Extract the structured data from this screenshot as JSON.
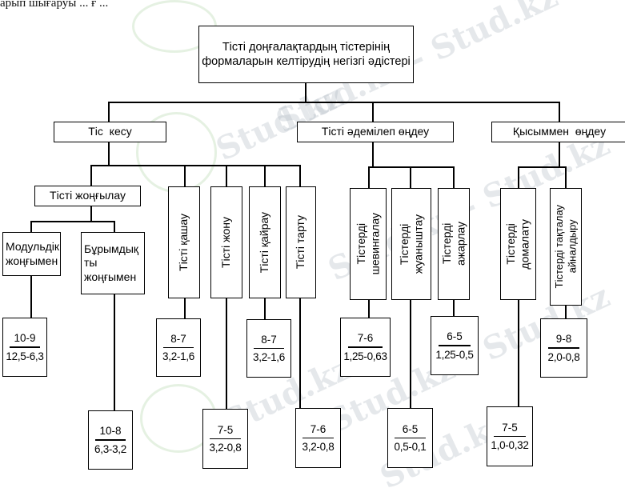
{
  "intro_text": "арып шығаруы ... ғ ...",
  "root": "Тісті доңғалақтардың тістерінің\nформаларын келтірудің негізгі әдістері",
  "level1": [
    "Тіс  кесу",
    "Тісті әдемілеп өңдеу",
    "Қысыммен  өңдеу"
  ],
  "milling": "Тісті жоңғылау",
  "modular": "Модульдік\nжоңғымен",
  "worm": "Бұрымдық\nты\nжоңғымен",
  "vertical_ops": [
    "Тісті қашау",
    "Тісті жону",
    "Тісті қайрау",
    "Тісті тарту",
    "Тістерді\nшевингалау",
    "Тістерді\nжуаныштау",
    "Тістерді\nажарлау",
    "Тістерді\nдомалату",
    "Тістерді тақталау\nайналдыру"
  ],
  "grades": [
    {
      "top": "10-9",
      "bottom": "12,5-6,3"
    },
    {
      "top": "10-8",
      "bottom": "6,3-3,2"
    },
    {
      "top": "8-7",
      "bottom": "3,2-1,6"
    },
    {
      "top": "7-5",
      "bottom": "3,2-0,8"
    },
    {
      "top": "8-7",
      "bottom": "3,2-1,6"
    },
    {
      "top": "7-6",
      "bottom": "3,2-0,8"
    },
    {
      "top": "7-6",
      "bottom": "1,25-0,63"
    },
    {
      "top": "6-5",
      "bottom": "0,5-0,1"
    },
    {
      "top": "6-5",
      "bottom": "1,25-0,5"
    },
    {
      "top": "7-5",
      "bottom": "1,0-0,32"
    },
    {
      "top": "9-8",
      "bottom": "2,0-0,8"
    }
  ],
  "watermark": "Stud.kz",
  "watermark_dash": "Stud.kz - Stud.kz"
}
